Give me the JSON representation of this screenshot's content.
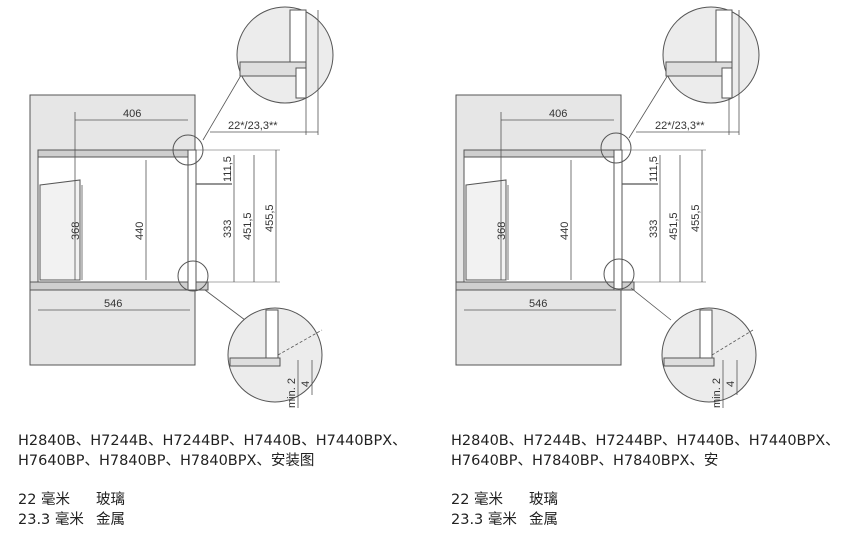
{
  "panels": [
    {
      "models_line1": "H2840B、H7244B、H7244BP、H7440B、H7440BPX、",
      "models_line2": "H7640BP、H7840BP、H7840BPX、安装图",
      "legend": [
        {
          "value": "22 毫米",
          "material": "玻璃"
        },
        {
          "value": "23.3 毫米",
          "material": "金属"
        }
      ]
    },
    {
      "models_line1": "H2840B、H7244B、H7244BP、H7440B、H7440BPX、",
      "models_line2": "H7640BP、H7840BP、H7840BPX、安",
      "legend": [
        {
          "value": "22 毫米",
          "material": "玻璃"
        },
        {
          "value": "23.3 毫米",
          "material": "金属"
        }
      ]
    }
  ],
  "dims": {
    "width_top": "406",
    "width_bottom": "546",
    "height_inner": "368",
    "height_cavity": "440",
    "height_333": "333",
    "height_451": "451,5",
    "height_455": "455,5",
    "height_111": "111,5",
    "clearance": "22*/23,3**",
    "min_label": "min. 2",
    "gap_4": "4"
  },
  "colors": {
    "wall_fill": "#e6e6e6",
    "line": "#555555"
  }
}
